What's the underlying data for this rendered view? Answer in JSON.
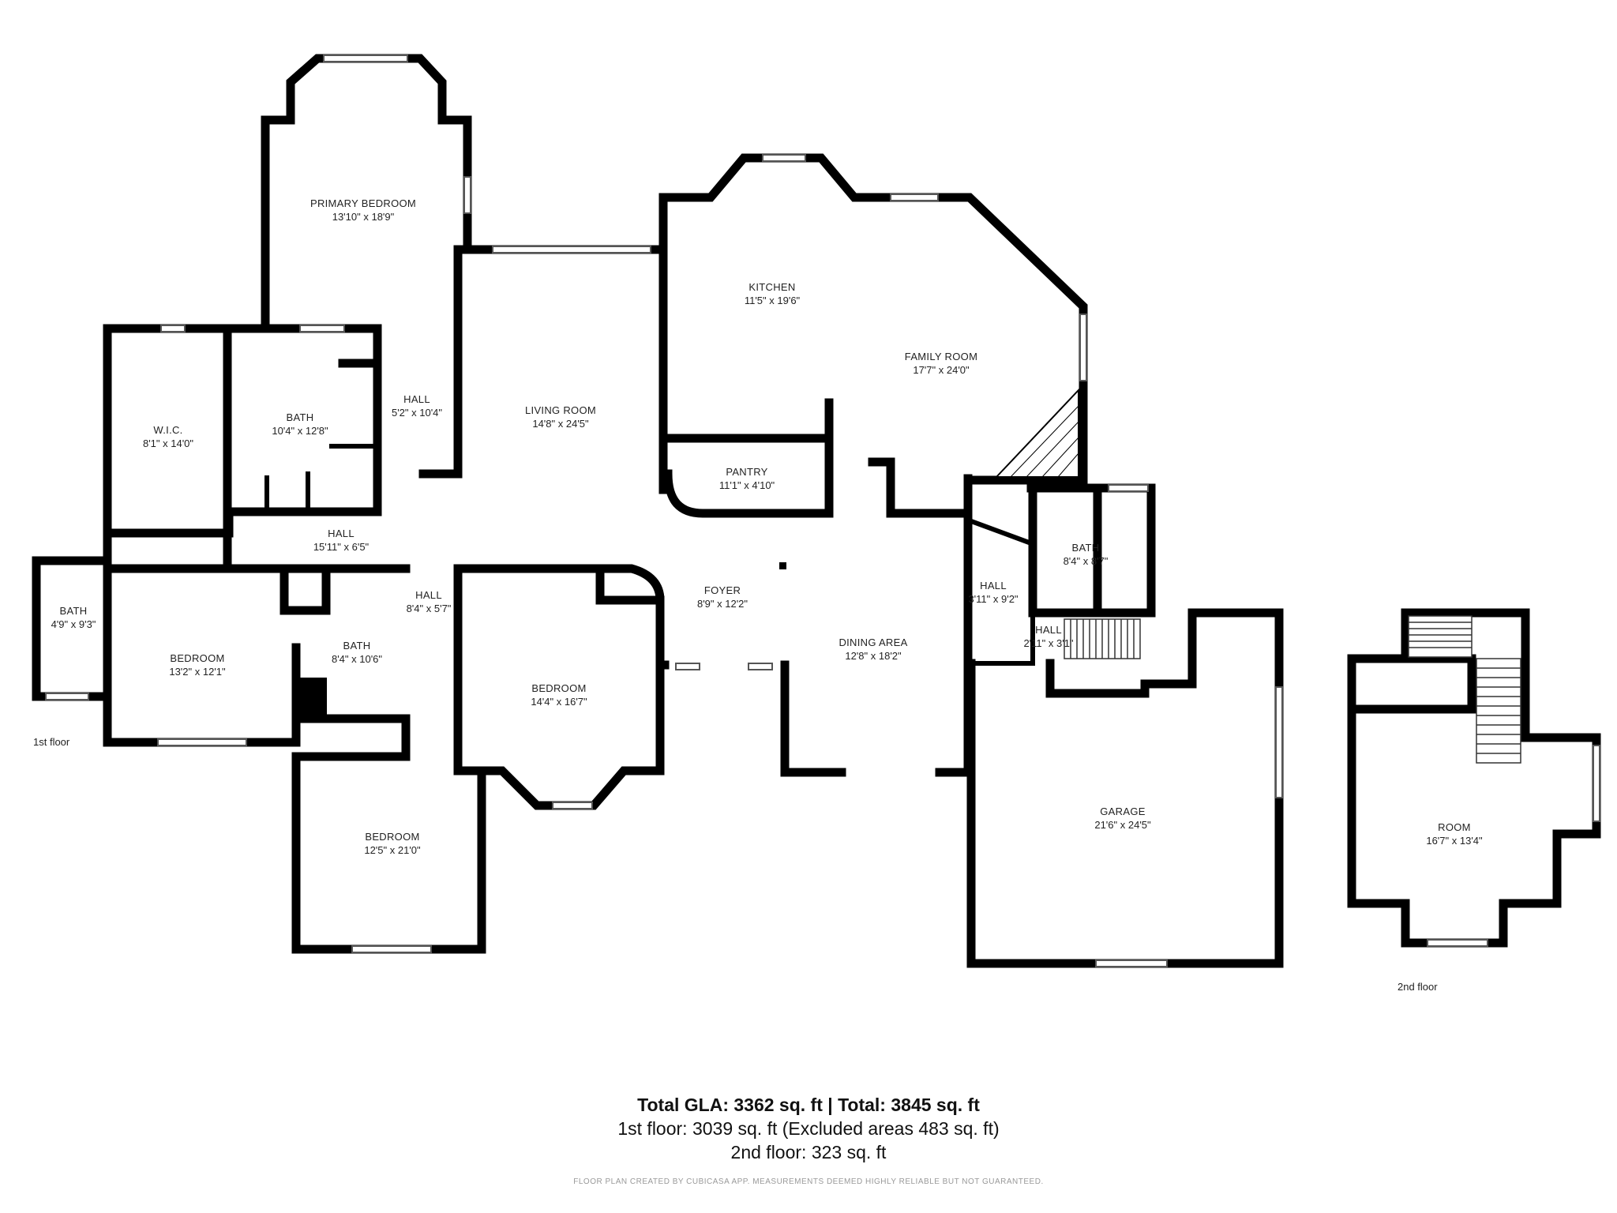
{
  "rooms": {
    "primary_bedroom": {
      "name": "PRIMARY BEDROOM",
      "dims": "13'10\" x 18'9\""
    },
    "wic": {
      "name": "W.I.C.",
      "dims": "8'1\" x 14'0\""
    },
    "primary_bath": {
      "name": "BATH",
      "dims": "10'4\" x 12'8\""
    },
    "hall_1": {
      "name": "HALL",
      "dims": "5'2\" x 10'4\""
    },
    "living_room": {
      "name": "LIVING ROOM",
      "dims": "14'8\" x 24'5\""
    },
    "kitchen": {
      "name": "KITCHEN",
      "dims": "11'5\" x 19'6\""
    },
    "family_room": {
      "name": "FAMILY ROOM",
      "dims": "17'7\" x 24'0\""
    },
    "pantry": {
      "name": "PANTRY",
      "dims": "11'1\" x 4'10\""
    },
    "hall_2": {
      "name": "HALL",
      "dims": "15'11\" x 6'5\""
    },
    "bath_left": {
      "name": "BATH",
      "dims": "4'9\" x 9'3\""
    },
    "bedroom_left": {
      "name": "BEDROOM",
      "dims": "13'2\" x 12'1\""
    },
    "bath_mid": {
      "name": "BATH",
      "dims": "8'4\" x 10'6\""
    },
    "hall_3": {
      "name": "HALL",
      "dims": "8'4\" x 5'7\""
    },
    "bedroom_center": {
      "name": "BEDROOM",
      "dims": "14'4\" x 16'7\""
    },
    "foyer": {
      "name": "FOYER",
      "dims": "8'9\" x 12'2\""
    },
    "dining_area": {
      "name": "DINING AREA",
      "dims": "12'8\" x 18'2\""
    },
    "hall_4": {
      "name": "HALL",
      "dims": "3'11\" x 9'2\""
    },
    "bath_right": {
      "name": "BATH",
      "dims": "8'4\" x 8'7\""
    },
    "hall_5": {
      "name": "HALL",
      "dims": "2'11\" x 3'1\""
    },
    "bedroom_bottom": {
      "name": "BEDROOM",
      "dims": "12'5\" x 21'0\""
    },
    "garage": {
      "name": "GARAGE",
      "dims": "21'6\" x 24'5\""
    },
    "room_2nd": {
      "name": "ROOM",
      "dims": "16'7\" x 13'4\""
    }
  },
  "floors": {
    "first": "1st floor",
    "second": "2nd floor"
  },
  "totals": {
    "line1": "Total GLA: 3362 sq. ft | Total: 3845 sq. ft",
    "line2": "1st floor: 3039 sq. ft (Excluded areas 483 sq. ft)",
    "line3": "2nd floor: 323 sq. ft"
  },
  "credit": "FLOOR PLAN CREATED BY CUBICASA APP. MEASUREMENTS DEEMED HIGHLY RELIABLE BUT NOT GUARANTEED."
}
